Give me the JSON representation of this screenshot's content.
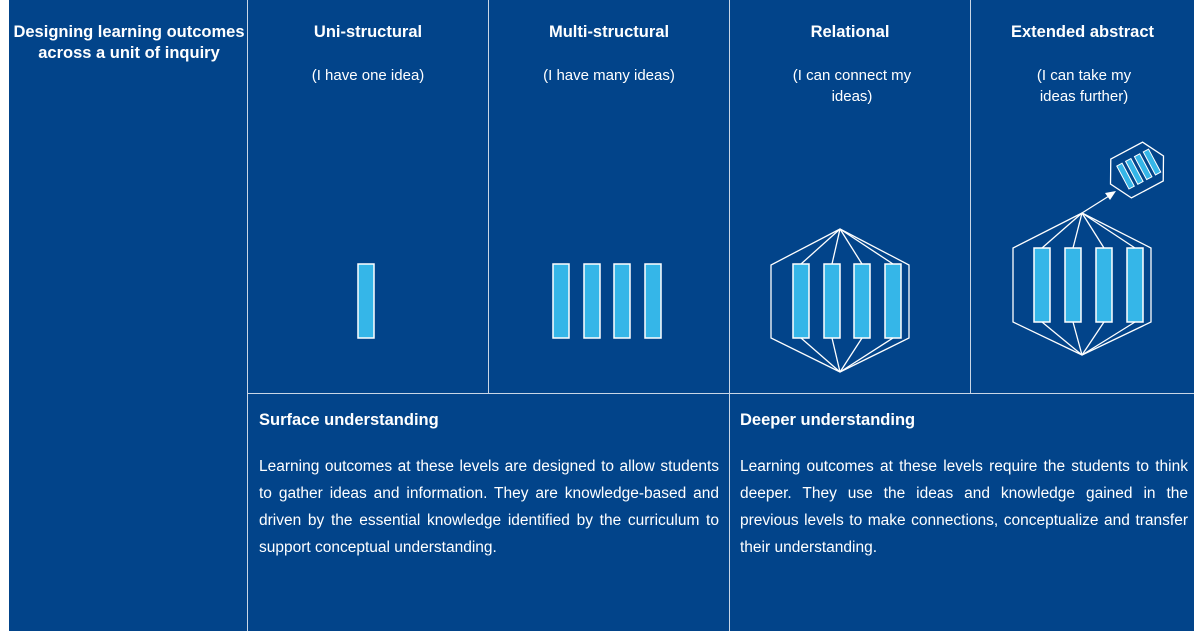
{
  "title": "Designing learning outcomes across a unit of inquiry",
  "columns": [
    {
      "heading": "Uni-structural",
      "subtitle": "(I have one idea)"
    },
    {
      "heading": "Multi-structural",
      "subtitle": "(I have many ideas)"
    },
    {
      "heading": "Relational",
      "subtitle": "(I can connect my ideas)"
    },
    {
      "heading": "Extended abstract",
      "subtitle": "(I can take my ideas further)"
    }
  ],
  "sections": [
    {
      "heading": "Surface understanding",
      "text": "Learning outcomes at these levels are designed to allow students to gather ideas and information. They are knowledge-based and driven by the essential knowledge identified by the curriculum to support conceptual understanding."
    },
    {
      "heading": "Deeper understanding",
      "text": "Learning outcomes at these levels require the students to think deeper. They use the ideas and knowledge gained in the previous levels to make connections, conceptualize and transfer their understanding."
    }
  ],
  "colors": {
    "background": "#02448a",
    "idea_fill": "#35b6e8",
    "line": "#ffffff"
  }
}
